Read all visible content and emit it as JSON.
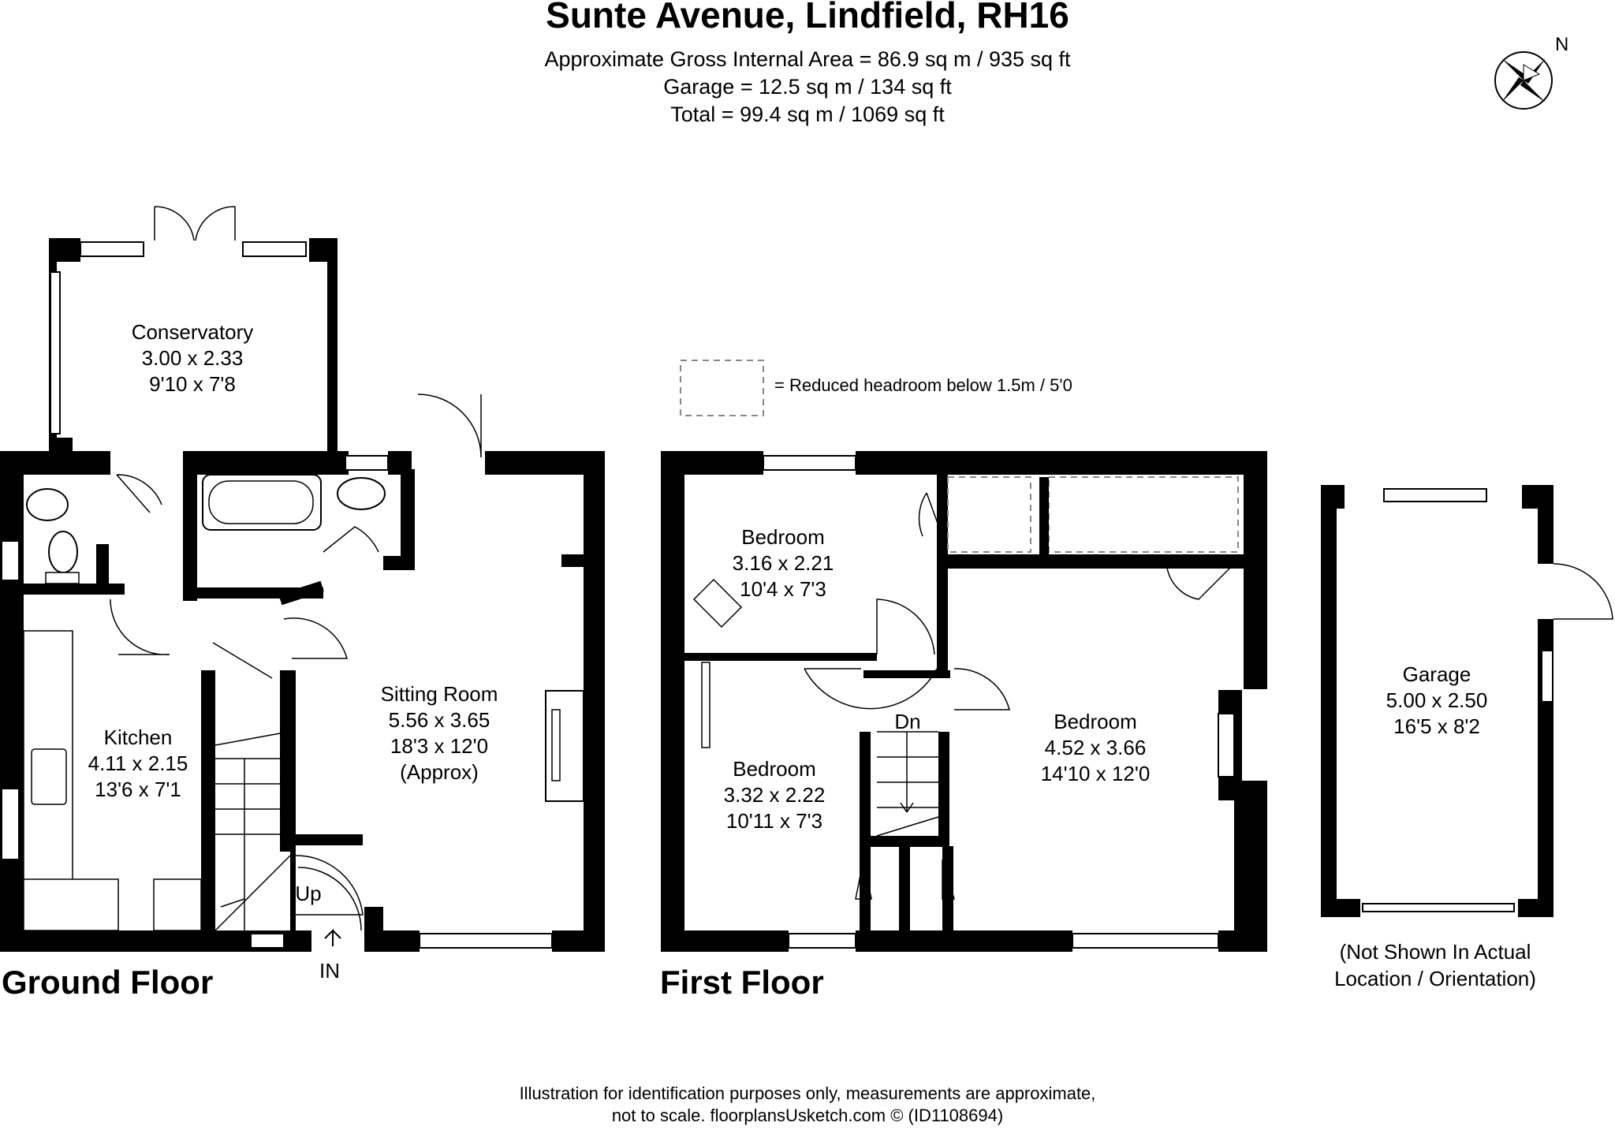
{
  "header": {
    "title": "Sunte Avenue, Lindfield, RH16",
    "area_lines": [
      "Approximate Gross Internal Area = 86.9 sq m / 935 sq ft",
      "Garage = 12.5 sq m / 134 sq ft",
      "Total = 99.4 sq m / 1069 sq ft"
    ]
  },
  "compass": {
    "label": "N",
    "icon": "compass-rose-icon"
  },
  "legend": {
    "text": "= Reduced headroom below 1.5m / 5'0"
  },
  "ground_floor": {
    "label": "Ground Floor",
    "rooms": [
      {
        "name": "Conservatory",
        "metric": "3.00 x 2.33",
        "imperial": "9'10 x 7'8"
      },
      {
        "name": "Kitchen",
        "metric": "4.11 x 2.15",
        "imperial": "13'6 x 7'1"
      },
      {
        "name": "Sitting Room",
        "metric": "5.56 x 3.65",
        "imperial": "18'3 x 12'0",
        "note": "(Approx)"
      }
    ],
    "stairs_label": "Up",
    "entrance_label": "IN"
  },
  "first_floor": {
    "label": "First Floor",
    "rooms": [
      {
        "name": "Bedroom",
        "metric": "3.16 x 2.21",
        "imperial": "10'4 x 7'3"
      },
      {
        "name": "Bedroom",
        "metric": "3.32 x 2.22",
        "imperial": "10'11 x 7'3"
      },
      {
        "name": "Bedroom",
        "metric": "4.52 x 3.66",
        "imperial": "14'10 x 12'0"
      }
    ],
    "stairs_label": "Dn"
  },
  "garage": {
    "name": "Garage",
    "metric": "5.00 x 2.50",
    "imperial": "16'5 x 8'2",
    "note_line1": "(Not Shown In Actual",
    "note_line2": "Location / Orientation)"
  },
  "footer": {
    "line1": "Illustration for identification purposes only, measurements are approximate,",
    "line2": "not to scale. floorplansUsketch.com © (ID1108694)"
  }
}
